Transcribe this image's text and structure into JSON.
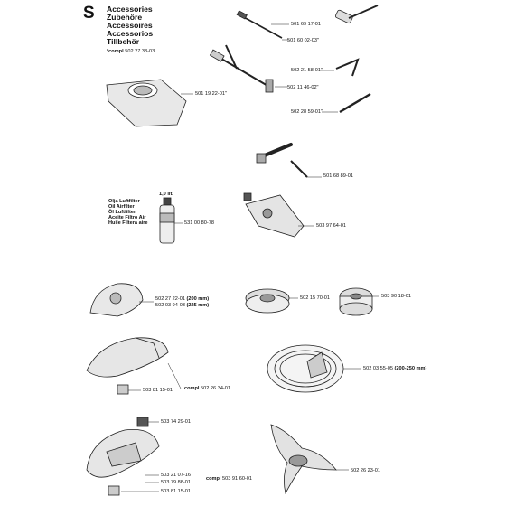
{
  "header": {
    "section_letter": "S",
    "titles": [
      "Accessories",
      "Zubehöre",
      "Accessoires",
      "Accessorios",
      "Tillbehör"
    ],
    "compl_label": "*compl",
    "compl_number": "502 27 33-03"
  },
  "oil": {
    "labels": [
      "Olja Luftfilter",
      "Oil Airfilter",
      "Öl Luftfilter",
      "Aceite Filtro Air",
      "Huile Filtera aire"
    ],
    "volume": "1,0 lit."
  },
  "parts": {
    "p1": "501 69 17-01",
    "p2": "501 60 02-03\"",
    "p3": "502 21 58-01\"",
    "p4": "502 11 46-02\"",
    "p5": "502 28 59-01\"",
    "p6": "501 19 22-01\"",
    "p7": "501 68 89-01",
    "p8": "531 00 80-78",
    "p9": "503 97 64-01",
    "p10": "502 27 22-01",
    "p10_size": "(200 mm)",
    "p11": "502 03 94-03",
    "p11_size": "(225 mm)",
    "p12": "502 15 70-01",
    "p13": "503 90 18-01",
    "p14": "502 03 55-05",
    "p14_size": "(200-250 mm)",
    "p15": "503 81 15-01",
    "p16_label": "compl",
    "p16": "502 26 34-01",
    "p17": "503 74 29-01",
    "p18": "502 26 23-01",
    "p19": "503 21 07-16",
    "p20": "503 79 88-01",
    "p21_label": "compl",
    "p21": "503 91 60-01",
    "p22": "503 81 15-01"
  }
}
